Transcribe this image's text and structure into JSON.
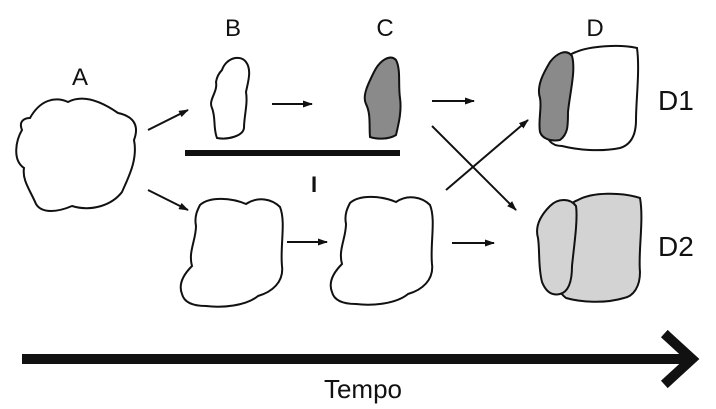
{
  "labels": {
    "A": "A",
    "B": "B",
    "C": "C",
    "D": "D",
    "D1": "D1",
    "D2": "D2",
    "I": "I",
    "time": "Tempo"
  },
  "colors": {
    "stroke": "#111111",
    "fill_blank": "#ffffff",
    "fill_dark": "#8a8a8a",
    "fill_light": "#d3d3d3"
  }
}
